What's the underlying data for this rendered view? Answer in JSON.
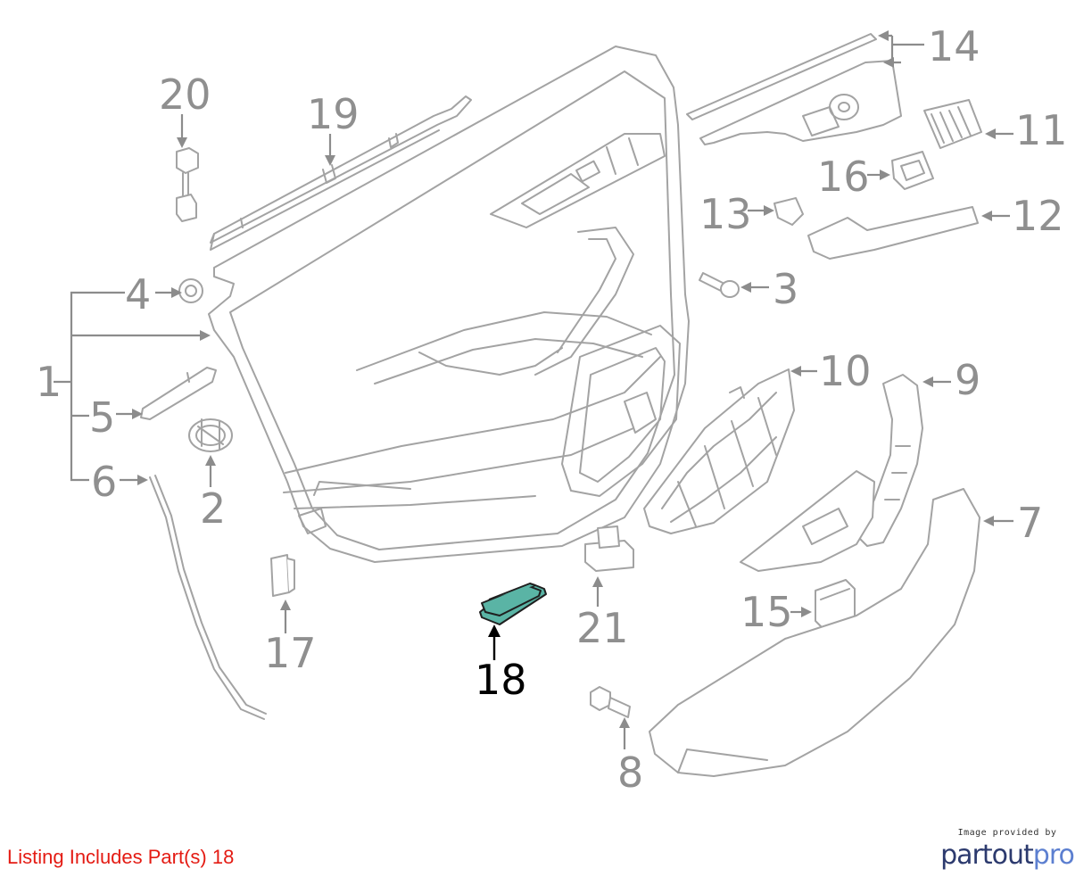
{
  "diagram": {
    "callouts": [
      "1",
      "2",
      "3",
      "4",
      "5",
      "6",
      "7",
      "8",
      "9",
      "10",
      "11",
      "12",
      "13",
      "14",
      "15",
      "16",
      "17",
      "18",
      "19",
      "20",
      "21"
    ],
    "highlighted_part": "18",
    "colors": {
      "highlight": "#5ab4a5",
      "line": "#a3a3a3",
      "label": "#8f8f8f"
    }
  },
  "listing": {
    "text": "Listing Includes Part(s) 18",
    "color": "#e41b13"
  },
  "branding": {
    "caption": "Image provided by",
    "name_part1": "partout",
    "name_part2": "pro"
  }
}
